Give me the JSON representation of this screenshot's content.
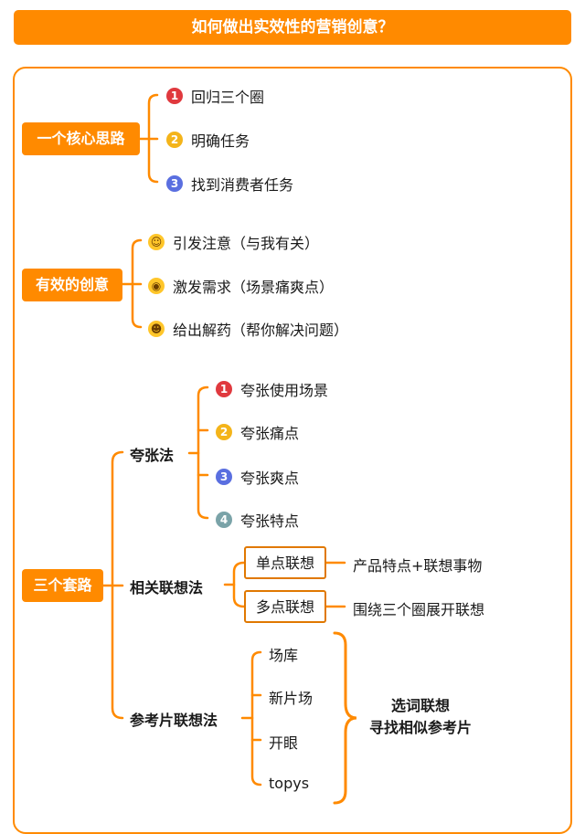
{
  "title": "如何做出实效性的营销创意？",
  "sections": [
    {
      "label": "一个核心思路",
      "items": [
        {
          "badge": "1",
          "color": "#e0393e",
          "text": "回归三个圈"
        },
        {
          "badge": "2",
          "color": "#f4b41a",
          "text": "明确任务"
        },
        {
          "badge": "3",
          "color": "#5a6fe0",
          "text": "找到消费者任务"
        }
      ]
    },
    {
      "label": "有效的创意",
      "items": [
        {
          "icon": "smile-face-icon",
          "glyph": "☺",
          "text": "引发注意（与我有关）"
        },
        {
          "icon": "surprised-face-icon",
          "glyph": "◉",
          "text": "激发需求（场景痛爽点）"
        },
        {
          "icon": "grin-face-icon",
          "glyph": "☻",
          "text": "给出解药（帮你解决问题）"
        }
      ]
    },
    {
      "label": "三个套路",
      "methods": [
        {
          "label": "夸张法",
          "items": [
            {
              "badge": "1",
              "color": "#e0393e",
              "text": "夸张使用场景"
            },
            {
              "badge": "2",
              "color": "#f4b41a",
              "text": "夸张痛点"
            },
            {
              "badge": "3",
              "color": "#5a6fe0",
              "text": "夸张爽点"
            },
            {
              "badge": "4",
              "color": "#7aa3a8",
              "text": "夸张特点"
            }
          ]
        },
        {
          "label": "相关联想法",
          "items": [
            {
              "box": "单点联想",
              "note": "产品特点+联想事物"
            },
            {
              "box": "多点联想",
              "note": "围绕三个圈展开联想"
            }
          ]
        },
        {
          "label": "参考片联想法",
          "items": [
            "场库",
            "新片场",
            "开眼",
            "topys"
          ],
          "conclusion": [
            "选词联想",
            "寻找相似参考片"
          ]
        }
      ]
    }
  ],
  "colors": {
    "accent": "#ff8a00",
    "line": "#ff8a00",
    "box_border": "#e07800"
  }
}
